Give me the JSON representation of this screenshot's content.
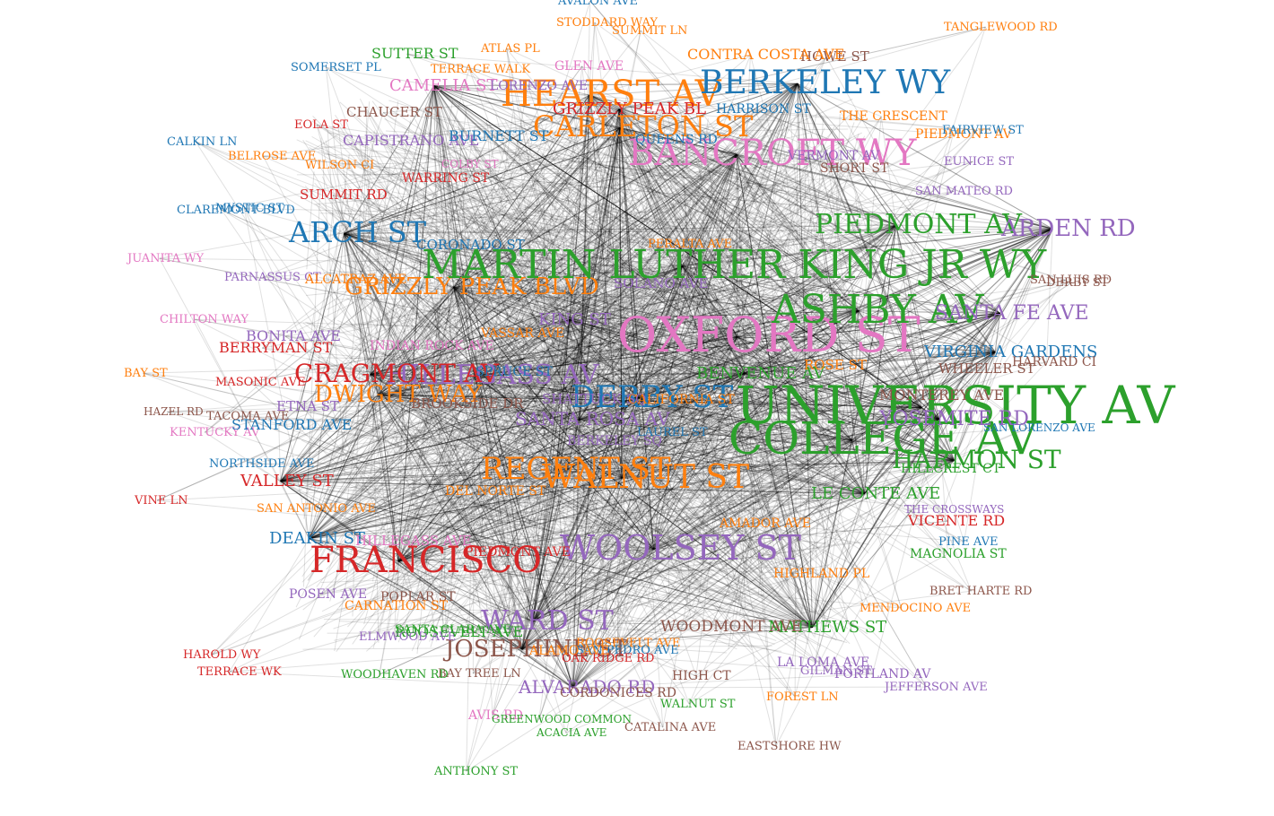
{
  "palette": {
    "blue": "#1f77b4",
    "orange": "#ff7f0e",
    "green": "#2ca02c",
    "red": "#d62728",
    "purple": "#9467bd",
    "brown": "#8c564b",
    "pink": "#e377c2",
    "edge": "#000000"
  },
  "diagram": {
    "nodes": [
      {
        "label": "UNIVERSITY AV",
        "color": "green"
      },
      {
        "label": "OXFORD ST",
        "color": "pink"
      },
      {
        "label": "FRANCISCO",
        "color": "red"
      },
      {
        "label": "WOOLSEY ST",
        "color": "purple"
      },
      {
        "label": "HEARST AV",
        "color": "orange"
      },
      {
        "label": "BERKELEY WY",
        "color": "blue"
      },
      {
        "label": "WALNUT ST",
        "color": "orange"
      },
      {
        "label": "GRIZZLY PEAK BLVD",
        "color": "orange"
      },
      {
        "label": "JOSEPHINE ST",
        "color": "brown"
      },
      {
        "label": "ALVARADO RD",
        "color": "purple"
      },
      {
        "label": "REGENT ST",
        "color": "orange"
      },
      {
        "label": "DERBY ST",
        "color": "blue"
      },
      {
        "label": "HILLEGASS AV",
        "color": "purple"
      },
      {
        "label": "CRAGMONT AV",
        "color": "red"
      },
      {
        "label": "DWIGHT WAY",
        "color": "orange"
      },
      {
        "label": "SHATTUCK SQ",
        "color": "purple"
      },
      {
        "label": "KING ST",
        "color": "purple"
      },
      {
        "label": "CARLETON ST",
        "color": "orange"
      },
      {
        "label": "BANCROFT WY",
        "color": "pink"
      },
      {
        "label": "MARTIN LUTHER KING JR WY",
        "color": "green"
      },
      {
        "label": "COLLEGE AV",
        "color": "green"
      },
      {
        "label": "HARMON ST",
        "color": "green"
      },
      {
        "label": "HOWE ST",
        "color": "brown"
      },
      {
        "label": "WARD ST",
        "color": "purple"
      },
      {
        "label": "ASHBY AV",
        "color": "green"
      },
      {
        "label": "ARCH ST",
        "color": "blue"
      },
      {
        "label": "PIEDMONT AV",
        "color": "green"
      },
      {
        "label": "ROOSEVELT AVE",
        "color": "green"
      },
      {
        "label": "SUTTER ST",
        "color": "green"
      },
      {
        "label": "CAMELIA ST",
        "color": "pink"
      },
      {
        "label": "CONTRA COSTA AVE",
        "color": "orange"
      },
      {
        "label": "THE CRESCENT",
        "color": "orange"
      },
      {
        "label": "MATHEWS ST",
        "color": "green"
      },
      {
        "label": "LE CONTE AVE",
        "color": "green"
      },
      {
        "label": "VICENTE RD",
        "color": "red"
      },
      {
        "label": "MAGNOLIA ST",
        "color": "green"
      },
      {
        "label": "WHEELER ST",
        "color": "brown"
      },
      {
        "label": "VALLEY ST",
        "color": "red"
      },
      {
        "label": "DEAKIN ST",
        "color": "blue"
      },
      {
        "label": "SUMMIT RD",
        "color": "red"
      },
      {
        "label": "BERRYMAN ST",
        "color": "red"
      },
      {
        "label": "ELMWOOD AVE",
        "color": "purple"
      },
      {
        "label": "POSEN AVE",
        "color": "purple"
      },
      {
        "label": "BAY TREE LN",
        "color": "brown"
      },
      {
        "label": "ANTHONY ST",
        "color": "green"
      },
      {
        "label": "EASTSHORE HW",
        "color": "brown"
      },
      {
        "label": "FOREST LN",
        "color": "orange"
      },
      {
        "label": "HIGH CT",
        "color": "brown"
      },
      {
        "label": "LA LOMA AVE",
        "color": "purple"
      },
      {
        "label": "JEFFERSON AVE",
        "color": "purple"
      },
      {
        "label": "PORTLAND AV",
        "color": "purple"
      },
      {
        "label": "MENDOCINO AVE",
        "color": "orange"
      },
      {
        "label": "BRET HARTE RD",
        "color": "brown"
      },
      {
        "label": "PINE AVE",
        "color": "blue"
      },
      {
        "label": "THE CROSSWAYS",
        "color": "purple"
      },
      {
        "label": "HILLCREST CT",
        "color": "green"
      },
      {
        "label": "SAN LORENZO AVE",
        "color": "blue"
      },
      {
        "label": "CATALINA AVE",
        "color": "brown"
      },
      {
        "label": "ACACIA AVE",
        "color": "green"
      },
      {
        "label": "AVIS RD",
        "color": "pink"
      },
      {
        "label": "GREENWOOD COMMON",
        "color": "green"
      },
      {
        "label": "WOODHAVEN RD",
        "color": "green"
      },
      {
        "label": "HAROLD WY",
        "color": "red"
      },
      {
        "label": "TERRACE WK",
        "color": "red"
      },
      {
        "label": "VINE LN",
        "color": "red"
      },
      {
        "label": "BAY ST",
        "color": "orange"
      },
      {
        "label": "MASONIC AVE",
        "color": "red"
      },
      {
        "label": "HAZEL RD",
        "color": "brown"
      },
      {
        "label": "KENTUCKY AV",
        "color": "pink"
      },
      {
        "label": "NORTHSIDE AVE",
        "color": "blue"
      },
      {
        "label": "SAN ANTONIO AVE",
        "color": "orange"
      },
      {
        "label": "CHILTON WAY",
        "color": "pink"
      },
      {
        "label": "PARNASSUS CT",
        "color": "purple"
      },
      {
        "label": "JUANITA WY",
        "color": "pink"
      },
      {
        "label": "CLAREMONT BLVD",
        "color": "blue"
      },
      {
        "label": "MYSTIC ST",
        "color": "blue"
      },
      {
        "label": "CALKIN LN",
        "color": "blue"
      },
      {
        "label": "BELROSE AVE",
        "color": "orange"
      },
      {
        "label": "WILSON CI",
        "color": "orange"
      },
      {
        "label": "SOMERSET PL",
        "color": "blue"
      },
      {
        "label": "EOLA ST",
        "color": "red"
      },
      {
        "label": "TANGLEWOOD RD",
        "color": "orange"
      },
      {
        "label": "AVALON AVE",
        "color": "blue"
      },
      {
        "label": "STODDARD WAY",
        "color": "orange"
      },
      {
        "label": "SUMMIT LN",
        "color": "orange"
      },
      {
        "label": "ATLAS PL",
        "color": "orange"
      },
      {
        "label": "TERRACE WALK",
        "color": "orange"
      },
      {
        "label": "GLEN AVE",
        "color": "pink"
      },
      {
        "label": "EUNICE ST",
        "color": "purple"
      },
      {
        "label": "SAN MATEO RD",
        "color": "purple"
      },
      {
        "label": "SHORT ST",
        "color": "brown"
      },
      {
        "label": "SAN LUIS RD",
        "color": "brown"
      },
      {
        "label": "ARDEN RD",
        "color": "purple"
      },
      {
        "label": "PIEDMONT AV",
        "color": "orange"
      },
      {
        "label": "FAIRVIEW ST",
        "color": "blue"
      },
      {
        "label": "VIRGINIA GARDENS",
        "color": "blue"
      },
      {
        "label": "DERBY ST",
        "color": "brown"
      },
      {
        "label": "HARVARD CI",
        "color": "brown"
      },
      {
        "label": "YOSEMITE RD",
        "color": "purple"
      },
      {
        "label": "WALNUT ST",
        "color": "green"
      },
      {
        "label": "CORDONICES RD",
        "color": "brown"
      },
      {
        "label": "SANTA FE AVE",
        "color": "purple"
      },
      {
        "label": "GRIZZLY PEAK BL",
        "color": "red"
      },
      {
        "label": "LORENZO AVE",
        "color": "purple"
      },
      {
        "label": "HARRISON ST",
        "color": "blue"
      },
      {
        "label": "QUEENS RD",
        "color": "blue"
      },
      {
        "label": "VERMONT AV",
        "color": "purple"
      },
      {
        "label": "CHAUCER ST",
        "color": "brown"
      },
      {
        "label": "CAPISTRANO AVE",
        "color": "purple"
      },
      {
        "label": "BURNETT ST",
        "color": "blue"
      },
      {
        "label": "WARRING ST",
        "color": "red"
      },
      {
        "label": "CORONADO ST",
        "color": "blue"
      },
      {
        "label": "ALCATRAZ AVE",
        "color": "orange"
      },
      {
        "label": "BONITA AVE",
        "color": "purple"
      },
      {
        "label": "INDIAN ROCK AVE",
        "color": "pink"
      },
      {
        "label": "VASSAR AVE",
        "color": "orange"
      },
      {
        "label": "DEL NORTE ST",
        "color": "orange"
      },
      {
        "label": "PIEDMONT AVE",
        "color": "red"
      },
      {
        "label": "POPLAR ST",
        "color": "brown"
      },
      {
        "label": "CARNATION ST",
        "color": "orange"
      },
      {
        "label": "SANTA CLARA AVE",
        "color": "green"
      },
      {
        "label": "ROOSEVELT AVE",
        "color": "orange"
      },
      {
        "label": "SAN PEDRO AVE",
        "color": "blue"
      },
      {
        "label": "OAK RIDGE RD",
        "color": "red"
      },
      {
        "label": "ALAMO AVE",
        "color": "orange"
      },
      {
        "label": "WOODMONT AVE",
        "color": "brown"
      },
      {
        "label": "HIGHLAND PL",
        "color": "orange"
      },
      {
        "label": "GILMAN ST",
        "color": "purple"
      },
      {
        "label": "LAUREL ST",
        "color": "blue"
      },
      {
        "label": "BERKELEY SQ",
        "color": "purple"
      },
      {
        "label": "SANTA ROSA AV",
        "color": "purple"
      },
      {
        "label": "SOLANO AVE",
        "color": "purple"
      },
      {
        "label": "PERALTA AVE",
        "color": "orange"
      },
      {
        "label": "AMADOR AVE",
        "color": "orange"
      },
      {
        "label": "BROOKSIDE DR",
        "color": "brown"
      },
      {
        "label": "COLBY ST",
        "color": "pink"
      },
      {
        "label": "SPRUCE ST",
        "color": "blue"
      },
      {
        "label": "ETNA ST",
        "color": "purple"
      },
      {
        "label": "STANFORD AVE",
        "color": "blue"
      },
      {
        "label": "TACOMA AVE",
        "color": "brown"
      },
      {
        "label": "HILLEGASS AVE",
        "color": "pink"
      },
      {
        "label": "MONTEREY AVE",
        "color": "brown"
      },
      {
        "label": "BENVENUE AV",
        "color": "green"
      },
      {
        "label": "ROSE ST",
        "color": "orange"
      },
      {
        "label": "CALIFORNIA ST",
        "color": "orange"
      }
    ]
  }
}
